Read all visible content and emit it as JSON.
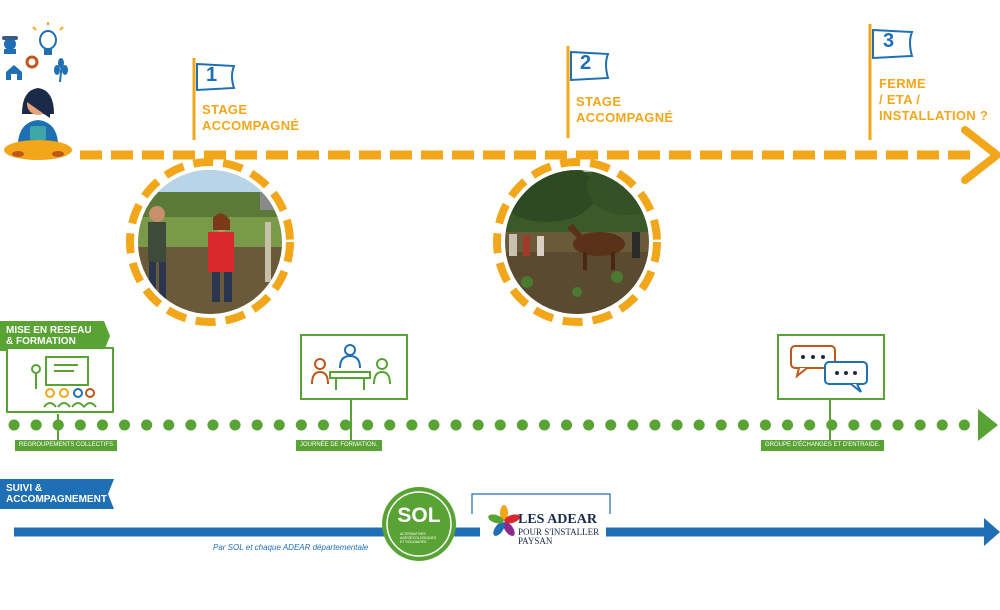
{
  "steps": [
    {
      "number": "1",
      "label_line1": "STAGE",
      "label_line2": "ACCOMPAGNÉ"
    },
    {
      "number": "2",
      "label_line1": "STAGE",
      "label_line2": "ACCOMPAGNÉ"
    },
    {
      "number": "3",
      "label_line1": "FERME",
      "label_line2": "/ ETA /",
      "label_line3": "INSTALLATION ?"
    }
  ],
  "network": {
    "banner_line1": "MISE EN RESEAU",
    "banner_line2": "& FORMATION",
    "items": [
      {
        "label": "REGROUPEMENTS COLLECTIFS",
        "icon": "presentation-icon"
      },
      {
        "label": "JOURNÉE DE FORMATION.",
        "icon": "meeting-table-icon"
      },
      {
        "label": "GROUPE D'ÉCHANGES ET D'ENTRAIDE.",
        "icon": "chat-bubbles-icon"
      }
    ]
  },
  "support": {
    "banner_line1": "SUIVI &",
    "banner_line2": "ACCOMPAGNEMENT",
    "by_text": "Par SOL et chaque ADEAR départementale"
  },
  "logos": {
    "sol": "SOL",
    "sol_tagline_1": "ALTERNATIVES",
    "sol_tagline_2": "AGROÉCOLOGIQUES",
    "sol_tagline_3": "ET SOLIDAIRES",
    "adear_title": "LES ADEAR",
    "adear_sub1": "POUR S'INSTALLER",
    "adear_sub2": "PAYSAN"
  },
  "colors": {
    "orange": "#f2a71b",
    "green": "#59a334",
    "blue": "#1f6fb5",
    "flag_blue": "#1f6fb5"
  }
}
